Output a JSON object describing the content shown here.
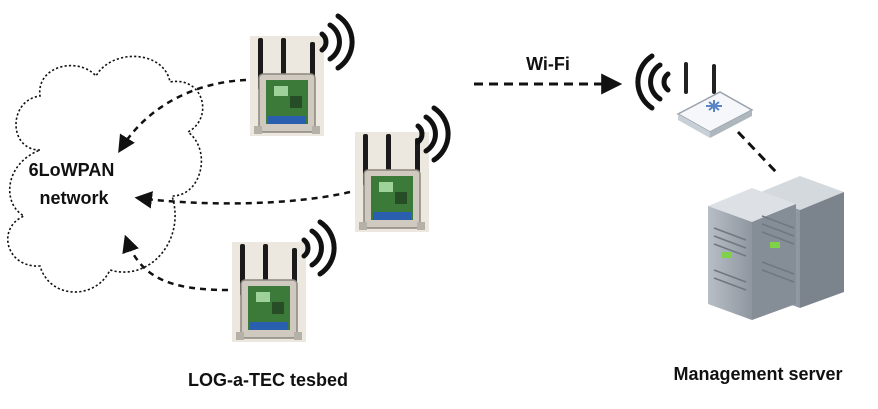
{
  "labels": {
    "network": [
      "6LoWPAN",
      "network"
    ],
    "wifi": "Wi-Fi",
    "testbed": "LOG-a-TEC tesbed",
    "server": "Management server"
  },
  "icons": [
    "sensor-node-icon",
    "wireless-signal-icon",
    "wifi-router-icon",
    "server-rack-icon",
    "cloud-network-icon"
  ],
  "colors": {
    "line": "#111111",
    "board": "#3c7a3a",
    "terminal": "#2a5fb0",
    "enclosure": "#d9d4cc",
    "server_body": "#9aa2ab",
    "server_led": "#7fd14a"
  }
}
